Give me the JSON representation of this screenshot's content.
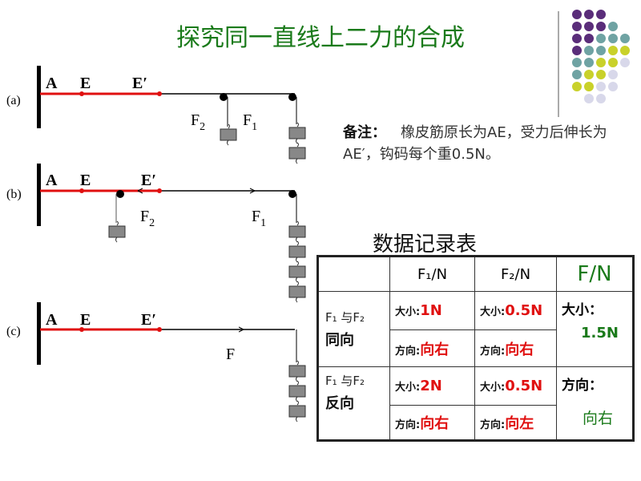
{
  "title": "探究同一直线上二力的合成",
  "diagrams": {
    "a": {
      "label": "(a)",
      "A": "A",
      "E": "E",
      "E2": "E′",
      "F1": "F",
      "F1sub": "1",
      "F2": "F",
      "F2sub": "2"
    },
    "b": {
      "label": "(b)",
      "A": "A",
      "E": "E",
      "E2": "E′",
      "F1": "F",
      "F1sub": "1",
      "F2": "F",
      "F2sub": "2"
    },
    "c": {
      "label": "(c)",
      "A": "A",
      "E": "E",
      "E2": "E′",
      "F": "F"
    }
  },
  "note": {
    "heading": "备注：",
    "text": "橡皮筋原长为AE，受力后伸长为AE′，钩码每个重0.5N。"
  },
  "table": {
    "title": "数据记录表",
    "headers": [
      "F₁/N",
      "F₂/N",
      "F/N"
    ],
    "rows": [
      {
        "label": "F₁ 与F₂",
        "label_bold": "同向",
        "f1_size_label": "大小:",
        "f1_size": "1N",
        "f2_size_label": "大小:",
        "f2_size": "0.5N",
        "f1_dir_label": "方向:",
        "f1_dir": "向右",
        "f2_dir_label": "方向:",
        "f2_dir": "向右",
        "f_label": "大小：",
        "f_value": "1.5N"
      },
      {
        "label": "F₁ 与F₂",
        "label_bold": "反向",
        "f1_size_label": "大小:",
        "f1_size": "2N",
        "f2_size_label": "大小:",
        "f2_size": "0.5N",
        "f1_dir_label": "方向:",
        "f1_dir": "向右",
        "f2_dir_label": "方向:",
        "f2_dir": "向左",
        "f_label": "方向：",
        "f_value": "向右"
      }
    ]
  },
  "colors": {
    "title": "#1a7a1a",
    "red": "#e01010",
    "green": "#1a7a1a",
    "purple": "#5a2d7a",
    "teal": "#6fa3a3",
    "yellow": "#c9d12a",
    "lavender": "#d8d8ea"
  }
}
